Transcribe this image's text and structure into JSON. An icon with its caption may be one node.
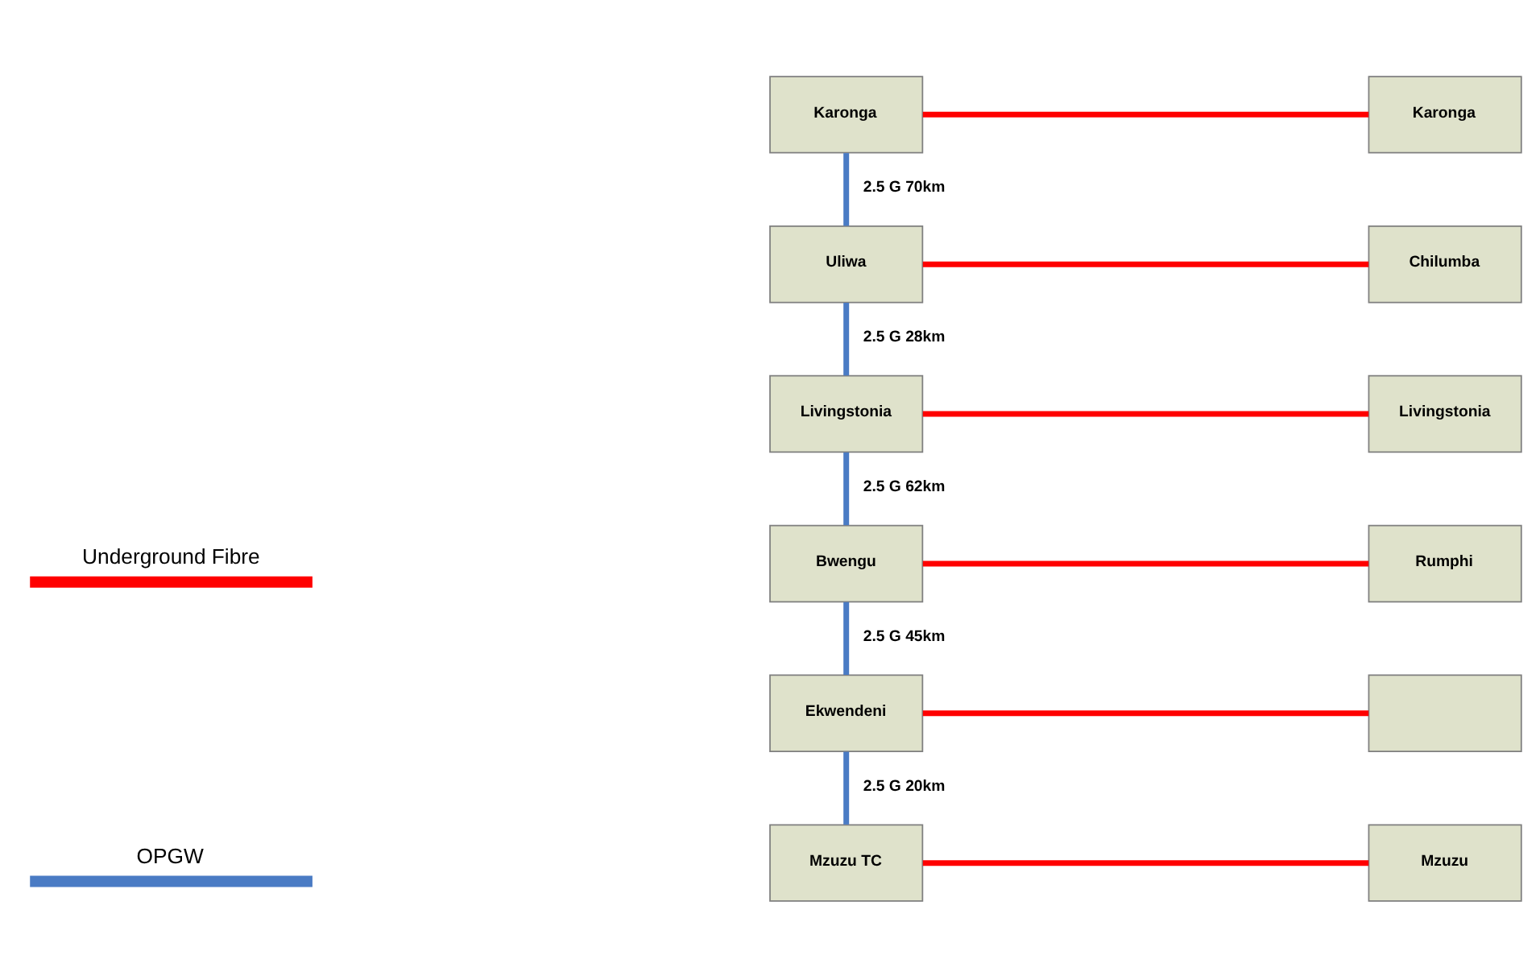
{
  "diagram": {
    "nodes": [
      {
        "text": [
          "Karonga"
        ]
      },
      {
        "text": [
          "Uliwa"
        ]
      },
      {
        "text": [
          "Livingstonia"
        ]
      },
      {
        "text": [
          "Bwengu"
        ]
      },
      {
        "text": [
          "Ekwendeni"
        ]
      },
      {
        "text": [
          "Mzuzu TC"
        ]
      },
      {
        "text": [
          "Karonga"
        ]
      },
      {
        "text": [
          "Chilumba"
        ]
      },
      {
        "text": [
          "Livingstonia"
        ]
      },
      {
        "text": [
          "Rumphi"
        ]
      },
      {
        "text": [],
        "shape": "box"
      },
      {
        "text": [
          "Mzuzu"
        ]
      }
    ],
    "edges": [
      {
        "from": 0,
        "to": 6,
        "arrow": "none"
      },
      {
        "from": 0,
        "to": 1,
        "arrow": "none",
        "label": "2.5 G 70km",
        "color": "#4a7bc4"
      },
      {
        "from": 1,
        "to": 7,
        "arrow": "none"
      },
      {
        "from": 1,
        "to": 2,
        "arrow": "none",
        "label": "2.5 G 28km",
        "color": "#4a7bc4"
      },
      {
        "from": 2,
        "to": 8,
        "arrow": "none"
      },
      {
        "from": 2,
        "to": 3,
        "arrow": "none",
        "label": "2.5 G 62km",
        "color": "#4a7bc4"
      },
      {
        "from": 3,
        "to": 9,
        "arrow": "none"
      },
      {
        "from": 3,
        "to": 4,
        "arrow": "none",
        "label": "2.5 G 45km",
        "color": "#4a7bc4"
      },
      {
        "from": 4,
        "to": 10,
        "arrow": "none"
      },
      {
        "from": 4,
        "to": 5,
        "arrow": "none",
        "label": "2.5 G 20km",
        "color": "#4a7bc4"
      },
      {
        "from": 5,
        "to": 11,
        "arrow": "none"
      }
    ],
    "legend": [
      {
        "text": "Underground Fibre"
      },
      {
        "text": "OPGW"
      }
    ]
  }
}
